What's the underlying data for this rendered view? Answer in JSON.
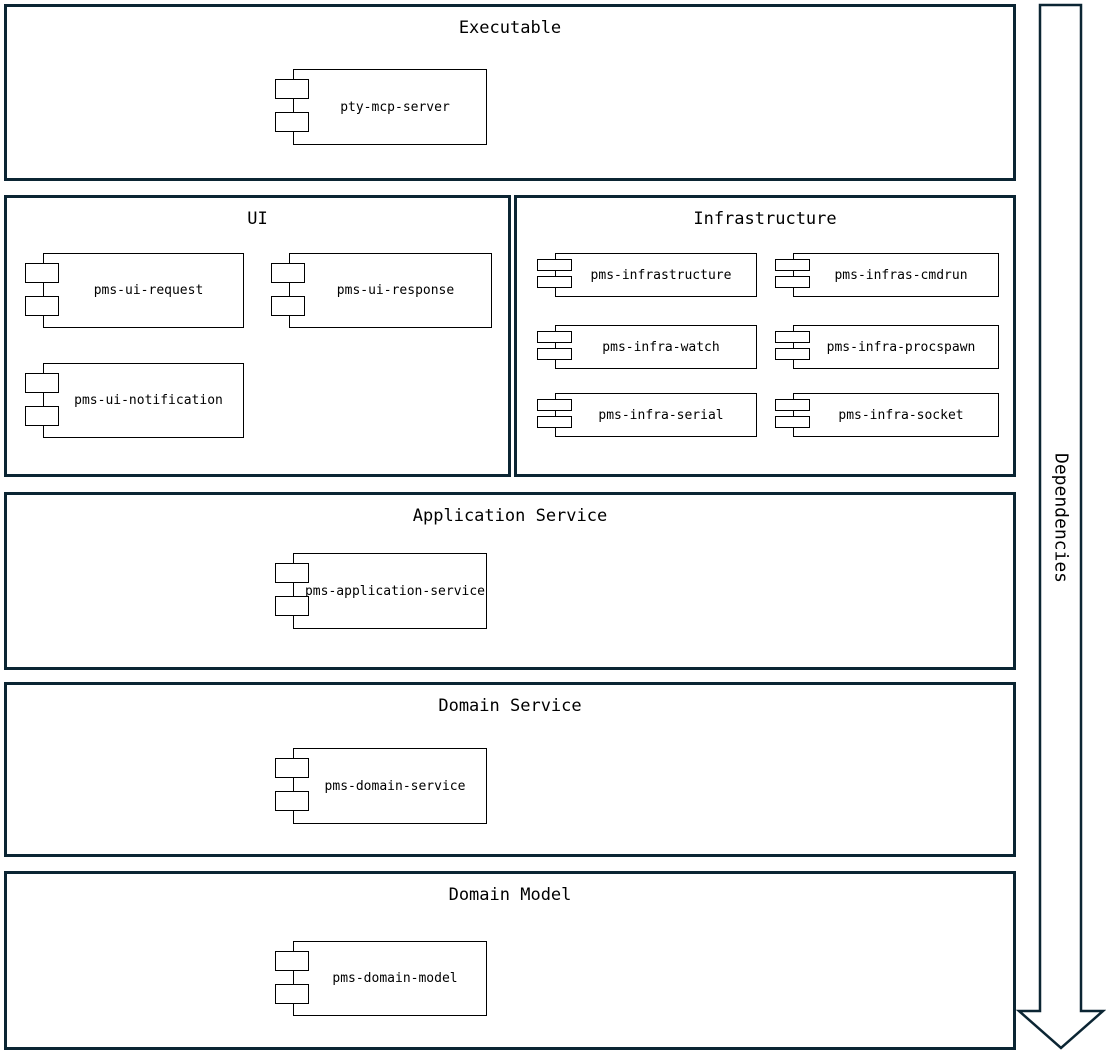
{
  "diagram": {
    "arrow": {
      "label": "Dependencies"
    },
    "colors": {
      "section_border": "#0b2533",
      "component_border": "#000000",
      "arrow_outline": "#0b2533",
      "background": "#ffffff"
    },
    "sections": [
      {
        "title": "Executable",
        "components": [
          {
            "label": "pty-mcp-server"
          }
        ]
      },
      {
        "title": "UI",
        "components": [
          {
            "label": "pms-ui-request"
          },
          {
            "label": "pms-ui-response"
          },
          {
            "label": "pms-ui-notification"
          }
        ]
      },
      {
        "title": "Infrastructure",
        "components": [
          {
            "label": "pms-infrastructure"
          },
          {
            "label": "pms-infras-cmdrun"
          },
          {
            "label": "pms-infra-watch"
          },
          {
            "label": "pms-infra-procspawn"
          },
          {
            "label": "pms-infra-serial"
          },
          {
            "label": "pms-infra-socket"
          }
        ]
      },
      {
        "title": "Application Service",
        "components": [
          {
            "label": "pms-application-service"
          }
        ]
      },
      {
        "title": "Domain Service",
        "components": [
          {
            "label": "pms-domain-service"
          }
        ]
      },
      {
        "title": "Domain Model",
        "components": [
          {
            "label": "pms-domain-model"
          }
        ]
      }
    ]
  }
}
